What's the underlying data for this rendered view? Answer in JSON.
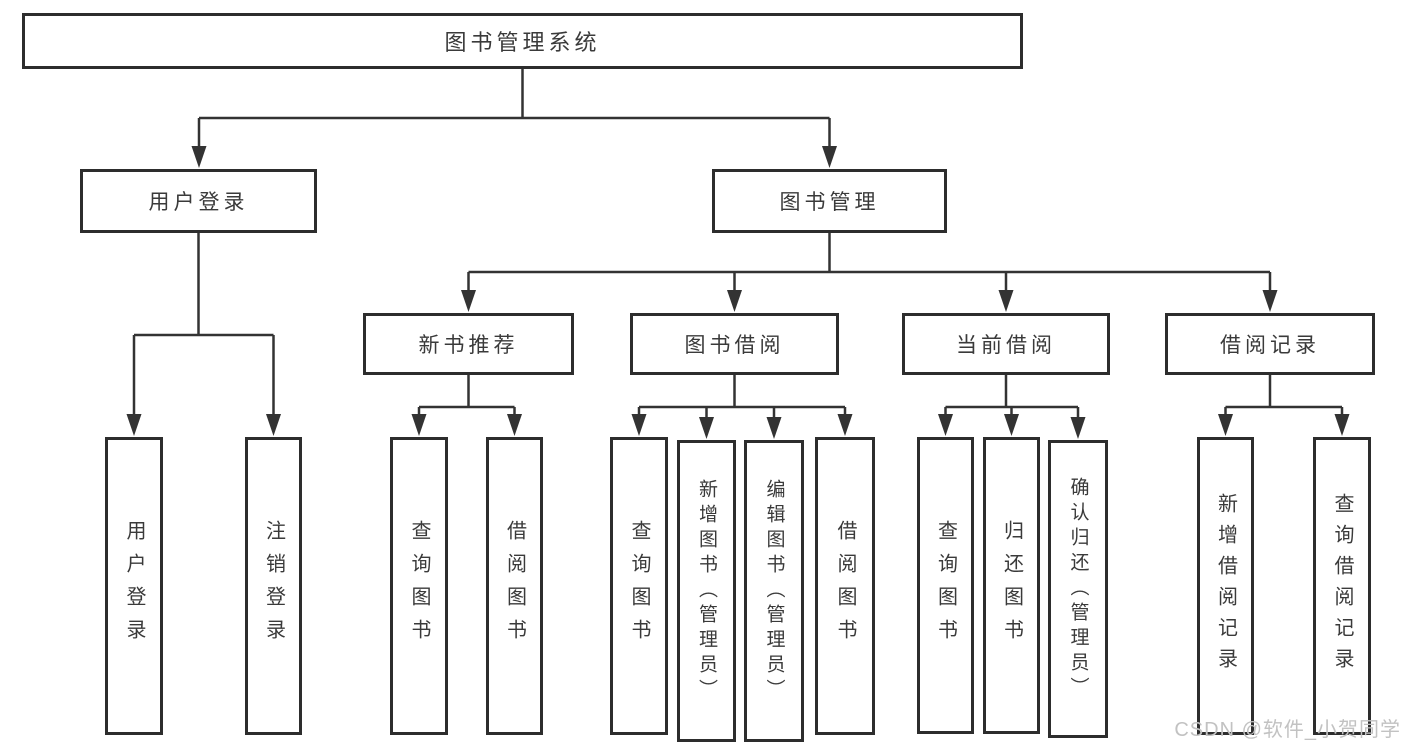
{
  "diagram": {
    "title": "图书管理系统",
    "watermark": "CSDN @软件_小贺同学",
    "colors": {
      "background": "#ffffff",
      "box_border": "#2d2d2d",
      "line": "#333333",
      "text": "#3a3a3a",
      "watermark": "#c2c2c2"
    },
    "nodes": {
      "root": {
        "label": "图书管理系统"
      },
      "login_group": {
        "label": "用户登录"
      },
      "book_mgmt": {
        "label": "图书管理"
      },
      "user_login": {
        "label": "用户登录"
      },
      "logout": {
        "label": "注销登录"
      },
      "new_book": {
        "label": "新书推荐"
      },
      "borrow": {
        "label": "图书借阅"
      },
      "current": {
        "label": "当前借阅"
      },
      "records": {
        "label": "借阅记录"
      },
      "nbr_query": {
        "label": "查询图书"
      },
      "nbr_borrow": {
        "label": "借阅图书"
      },
      "bb_query": {
        "label": "查询图书"
      },
      "bb_add": {
        "label": "新增图书（管理员）"
      },
      "bb_edit": {
        "label": "编辑图书（管理员）"
      },
      "bb_borrow": {
        "label": "借阅图书"
      },
      "cb_query": {
        "label": "查询图书"
      },
      "cb_return": {
        "label": "归还图书"
      },
      "cb_confirm": {
        "label": "确认归还（管理员）"
      },
      "br_add": {
        "label": "新增借阅记录"
      },
      "br_query": {
        "label": "查询借阅记录"
      }
    },
    "edges": [
      {
        "from": "root",
        "to": "login_group"
      },
      {
        "from": "root",
        "to": "book_mgmt"
      },
      {
        "from": "login_group",
        "to": "user_login"
      },
      {
        "from": "login_group",
        "to": "logout"
      },
      {
        "from": "book_mgmt",
        "to": "new_book"
      },
      {
        "from": "book_mgmt",
        "to": "borrow"
      },
      {
        "from": "book_mgmt",
        "to": "current"
      },
      {
        "from": "book_mgmt",
        "to": "records"
      },
      {
        "from": "new_book",
        "to": "nbr_query"
      },
      {
        "from": "new_book",
        "to": "nbr_borrow"
      },
      {
        "from": "borrow",
        "to": "bb_query"
      },
      {
        "from": "borrow",
        "to": "bb_add"
      },
      {
        "from": "borrow",
        "to": "bb_edit"
      },
      {
        "from": "borrow",
        "to": "bb_borrow"
      },
      {
        "from": "current",
        "to": "cb_query"
      },
      {
        "from": "current",
        "to": "cb_return"
      },
      {
        "from": "current",
        "to": "cb_confirm"
      },
      {
        "from": "records",
        "to": "br_add"
      },
      {
        "from": "records",
        "to": "br_query"
      }
    ]
  }
}
